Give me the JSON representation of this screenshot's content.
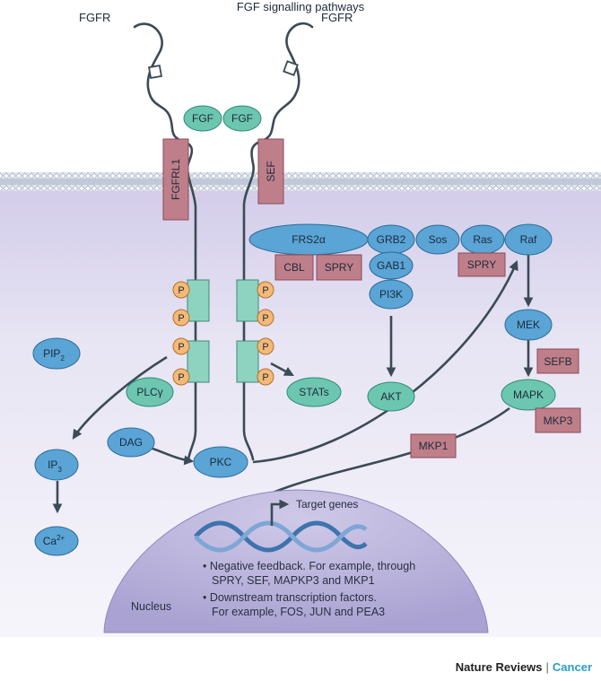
{
  "title": "FGF signalling pathways",
  "receptors": {
    "left": "FGFR",
    "right": "FGFR"
  },
  "ligands": {
    "left": "FGF",
    "right": "FGF"
  },
  "membrane_proteins": {
    "fgfrl1": "FGFRL1",
    "sef": "SEF"
  },
  "phospho": "P",
  "nodes": {
    "frs2a": "FRS2α",
    "grb2": "GRB2",
    "sos": "Sos",
    "ras": "Ras",
    "raf": "Raf",
    "gab1": "GAB1",
    "pi3k": "PI3K",
    "akt": "AKT",
    "mek": "MEK",
    "mapk": "MAPK",
    "plcg": "PLCγ",
    "stats": "STATs",
    "pip2": "PIP",
    "pip2_sub": "2",
    "ip3": "IP",
    "ip3_sub": "3",
    "ca": "Ca",
    "ca_sup": "2+",
    "dag": "DAG",
    "pkc": "PKC"
  },
  "inhibitors": {
    "cbl": "CBL",
    "spry1": "SPRY",
    "spry2": "SPRY",
    "sefb": "SEFB",
    "mkp3": "MKP3",
    "mkp1": "MKP1"
  },
  "nucleus": {
    "label": "Nucleus",
    "target_genes": "Target genes",
    "bullets": [
      {
        "line1": "Negative feedback. For example, through",
        "line2": "SPRY, SEF, MAPKP3 and MKP1"
      },
      {
        "line1": "Downstream transcription factors.",
        "line2": "For example, FOS, JUN and PEA3"
      }
    ]
  },
  "footer": {
    "publisher": "Nature Reviews",
    "journal": "Cancer"
  },
  "colors": {
    "signalling_node": "#5aa4d6",
    "terminal_node": "#6cc6b0",
    "inhibitor": "#bf7f8a",
    "phosphate": "#f4b978",
    "cytoplasm": "#e7e3f3",
    "nucleus": "#b9b3db"
  }
}
